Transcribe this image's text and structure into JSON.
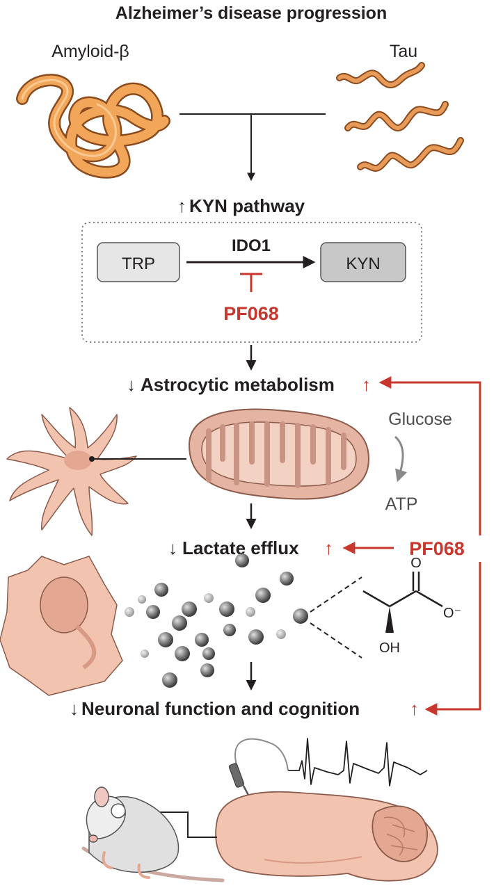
{
  "title": "Alzheimer’s disease progression",
  "amyloid_label": "Amyloid-β",
  "tau_label": "Tau",
  "kyn": {
    "heading_arrow": "↑",
    "heading": "KYN pathway",
    "trp_label": "TRP",
    "kyn_label": "KYN",
    "enzyme": "IDO1",
    "inhibitor": "PF068"
  },
  "astro": {
    "down_arrow": "↓",
    "label": "Astrocytic metabolism",
    "up_arrow": "↑",
    "glucose": "Glucose",
    "atp": "ATP"
  },
  "lactate": {
    "down_arrow": "↓",
    "label": "Lactate efflux",
    "up_arrow": "↑",
    "oh": "OH",
    "o_minus": "O⁻",
    "o_double": "O"
  },
  "neuron": {
    "down_arrow": "↓",
    "label": "Neuronal function and cognition",
    "up_arrow": "↑"
  },
  "drug_label": "PF068",
  "colors": {
    "accent_red": "#c8372d",
    "protein_orange": "#f2a65a",
    "cell_pink": "#f2c4b0",
    "box_light": "#e6e6e6",
    "box_dark": "#c8c8c8"
  }
}
